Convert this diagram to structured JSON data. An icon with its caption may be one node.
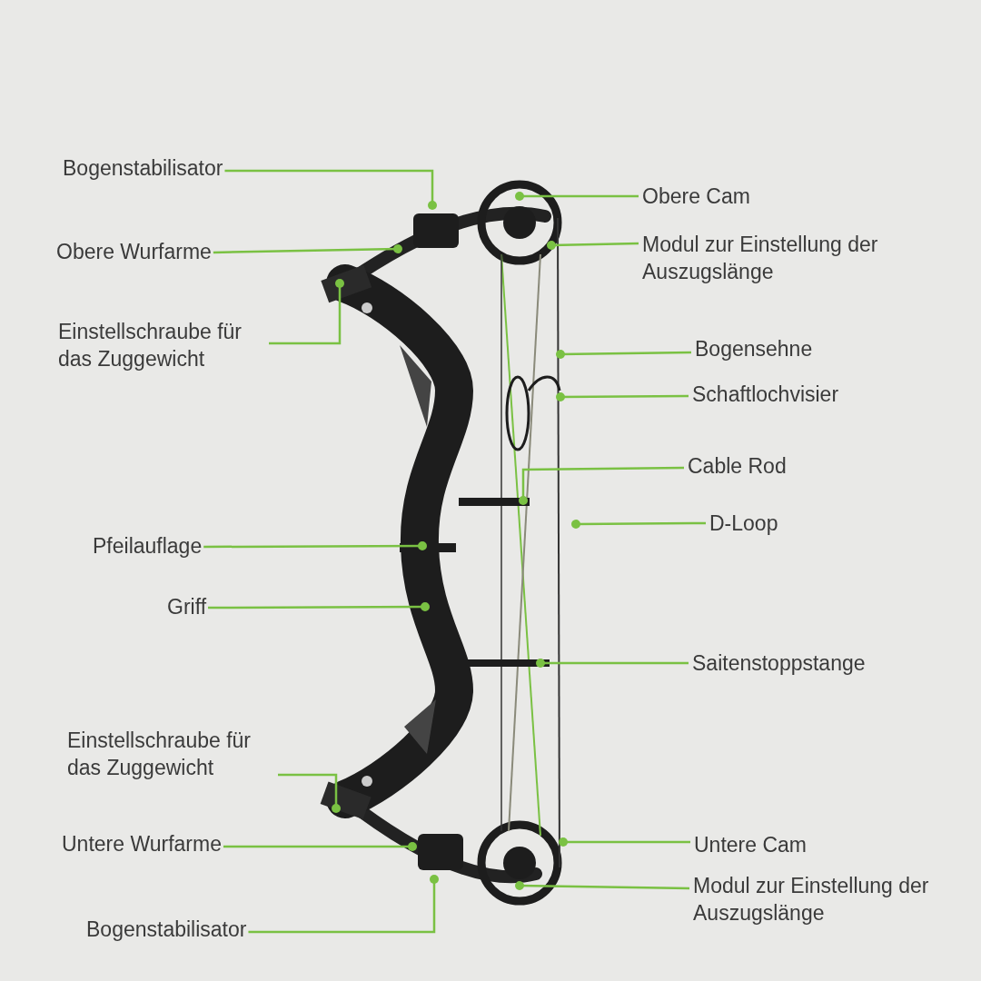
{
  "diagram": {
    "nodes": [
      {
        "text": [
          "Bogenstabilisator"
        ]
      },
      {
        "text": [
          "Obere Wurfarme"
        ]
      },
      {
        "text": [
          "Einstellschraube für das Zuggewicht"
        ]
      },
      {
        "text": [
          "Pfeilauflage"
        ]
      },
      {
        "text": [
          "Griff"
        ]
      },
      {
        "text": [
          "Einstellschraube für das Zuggewicht"
        ]
      },
      {
        "text": [
          "Untere Wurfarme"
        ]
      },
      {
        "text": [
          "Bogenstabilisator"
        ]
      },
      {
        "text": [
          "Obere Cam"
        ]
      },
      {
        "text": [
          "Modul zur Einstellung der Auszugslänge"
        ]
      },
      {
        "text": [
          "Bogensehne"
        ]
      },
      {
        "text": [
          "Schaftlochvisier"
        ]
      },
      {
        "text": [
          "Cable Rod"
        ]
      },
      {
        "text": [
          "D-Loop"
        ]
      },
      {
        "text": [
          "Saitenstoppstange"
        ]
      },
      {
        "text": [
          "Untere Cam"
        ]
      },
      {
        "text": [
          "Modul zur Einstellung der Auszugslänge"
        ]
      }
    ],
    "edges": [
      {
        "from": 0,
        "to": null,
        "arrow": "other"
      },
      {
        "from": 1,
        "to": null,
        "arrow": "other"
      },
      {
        "from": 2,
        "to": null,
        "arrow": "other"
      },
      {
        "from": 3,
        "to": null,
        "arrow": "other"
      },
      {
        "from": 4,
        "to": null,
        "arrow": "other"
      },
      {
        "from": 5,
        "to": null,
        "arrow": "other"
      },
      {
        "from": 6,
        "to": null,
        "arrow": "other"
      },
      {
        "from": 7,
        "to": null,
        "arrow": "other"
      },
      {
        "from": 8,
        "to": null,
        "arrow": "other"
      },
      {
        "from": 9,
        "to": null,
        "arrow": "other"
      },
      {
        "from": 10,
        "to": null,
        "arrow": "other"
      },
      {
        "from": 11,
        "to": null,
        "arrow": "other"
      },
      {
        "from": 12,
        "to": null,
        "arrow": "other"
      },
      {
        "from": 13,
        "to": null,
        "arrow": "other"
      },
      {
        "from": 14,
        "to": null,
        "arrow": "other"
      },
      {
        "from": 15,
        "to": null,
        "arrow": "other"
      },
      {
        "from": 16,
        "to": null,
        "arrow": "other"
      }
    ]
  }
}
